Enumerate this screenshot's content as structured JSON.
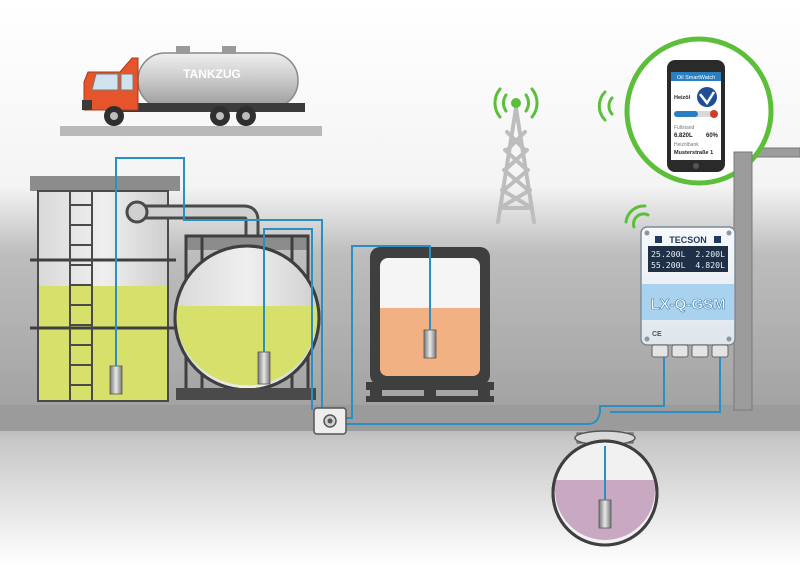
{
  "truck": {
    "label": "TANKZUG"
  },
  "controller": {
    "brand": "TECSON",
    "display_rows": [
      {
        "left": "25.200L",
        "right": "2.200L"
      },
      {
        "left": "55.200L",
        "right": "4.820L"
      }
    ],
    "model": "LX-Q-GSM",
    "ce": "CE"
  },
  "phone": {
    "app_title": "Oil SmartWatch",
    "tank_name": "Heizöl",
    "fill_label": "Füllstand",
    "fill_volume": "6.820L",
    "fill_percent": "60%",
    "station_label": "Heizölbank",
    "address": "Musterstraße 1"
  },
  "colors": {
    "sensor_line": "#2a8fc4",
    "diesel": "#d7e06a",
    "oil": "#f2b183",
    "fluid_pit": "#c9a9c1",
    "signal": "#5cbf3a",
    "truck_cab": "#e5542b"
  }
}
